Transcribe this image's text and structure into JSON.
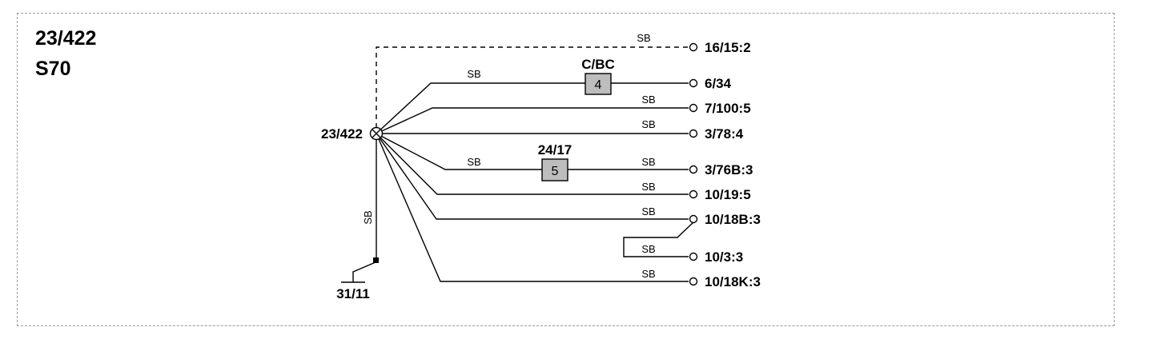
{
  "header": {
    "title": "23/422",
    "subtitle": "S70"
  },
  "hub": {
    "label": "23/422"
  },
  "ground": {
    "label": "31/11",
    "wire_label": "SB"
  },
  "components": [
    {
      "name": "C/BC",
      "number": "4"
    },
    {
      "name": "24/17",
      "number": "5"
    }
  ],
  "terminals": [
    {
      "label": "16/15:2"
    },
    {
      "label": "6/34"
    },
    {
      "label": "7/100:5"
    },
    {
      "label": "3/78:4"
    },
    {
      "label": "3/76B:3"
    },
    {
      "label": "10/19:5"
    },
    {
      "label": "10/18B:3"
    },
    {
      "label": "10/3:3"
    },
    {
      "label": "10/18K:3"
    }
  ],
  "wire_labels": [
    "SB",
    "SB",
    "SB",
    "SB",
    "SB",
    "SB",
    "SB",
    "SB",
    "SB",
    "SB",
    "SB"
  ],
  "colors": {
    "line": "#000000",
    "component_fill": "#bdbdbd",
    "frame": "#9a9a9a"
  }
}
